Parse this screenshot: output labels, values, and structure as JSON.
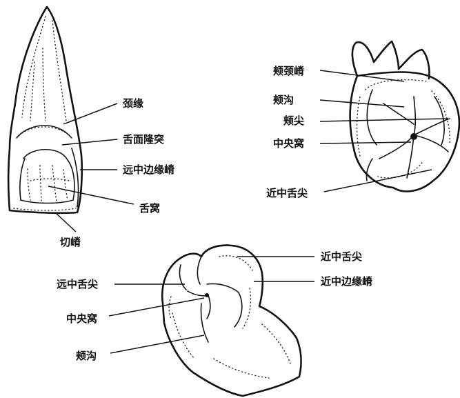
{
  "figure_a": {
    "labels": {
      "cervical_line": "颈缘",
      "cingulum": "舌面隆突",
      "distal_marginal_ridge": "远中边缘嵴",
      "lingual_fossa": "舌窝",
      "incisal_ridge": "切嵴"
    }
  },
  "figure_b": {
    "labels": {
      "buccal_cervical_ridge": "颊颈嵴",
      "buccal_groove": "颊沟",
      "buccal_cusp": "颊尖",
      "central_fossa": "中央窝",
      "mesiolingual_cusp": "近中舌尖"
    }
  },
  "figure_c": {
    "labels": {
      "mesiolingual_cusp": "近中舌尖",
      "distolingual_cusp": "远中舌尖",
      "mesial_marginal_ridge": "近中边缘嵴",
      "central_fossa": "中央窝",
      "buccal_groove": "颊沟"
    }
  }
}
